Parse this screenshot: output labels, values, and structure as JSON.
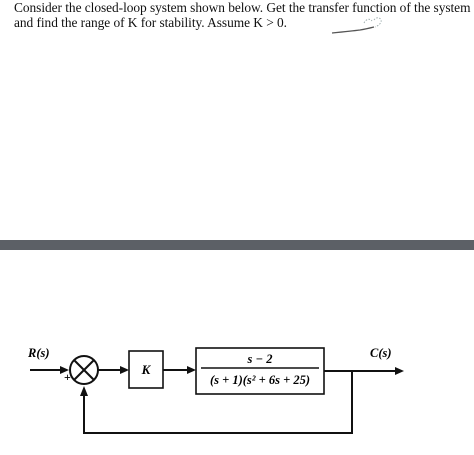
{
  "problem": {
    "line1": "Consider the closed-loop system shown below. Get the transfer function of the system",
    "line2": "and find the range of K for stability. Assume K > 0."
  },
  "diagram": {
    "input_label": "R(s)",
    "output_label": "C(s)",
    "summing_sign": "+",
    "gain_label": "K",
    "tf_numerator": "s − 2",
    "tf_denominator": "(s + 1)(s² + 6s + 25)"
  }
}
